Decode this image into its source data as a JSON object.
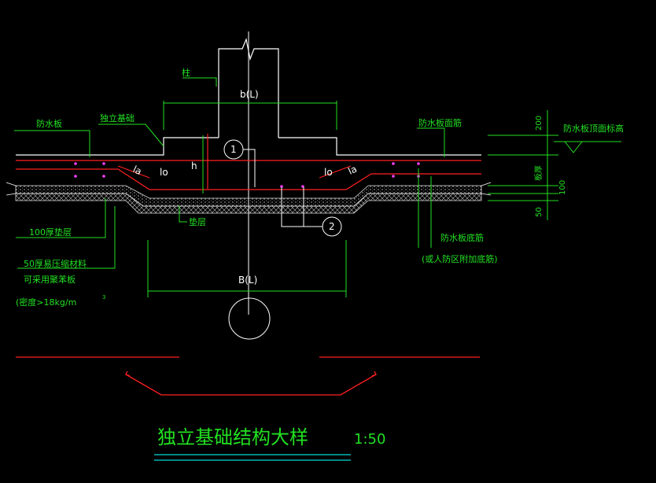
{
  "labels": {
    "column": "柱",
    "waterproof_board": "防水板",
    "isolated_footing": "独立基础",
    "top_rebar": "防水板面筋",
    "board_top_elev": "防水板顶面标高",
    "board_thickness": "板厚",
    "cushion": "垫层",
    "cushion_100": "100厚垫层",
    "compressible_50": "50厚易压缩材料",
    "polystyrene": "可采用聚苯板",
    "density": "(密度>18kg/m",
    "density_sup": "3",
    "bottom_rebar": "防水板底筋",
    "bottom_rebar_note": "(或人防区附加底筋)",
    "b_dim": "b(L)",
    "B_dim": "B(L)",
    "h_dim": "h",
    "lo": "lo",
    "la": "la",
    "marker_1": "1",
    "marker_2": "2",
    "dim_200": "200",
    "dim_100": "100",
    "dim_50": "50"
  },
  "title": {
    "text": "独立基础结构大样",
    "scale": "1:50"
  },
  "colors": {
    "background": "#000000",
    "green": "#22e022",
    "white": "#ffffff",
    "red": "#ff2020",
    "magenta": "#ff40ff",
    "cyan": "#00d8d8"
  }
}
